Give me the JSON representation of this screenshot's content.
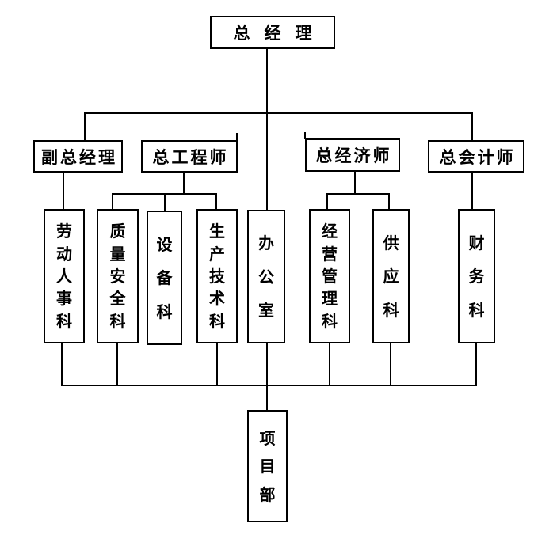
{
  "chart": {
    "type": "org-chart",
    "colors": {
      "line": "#000000",
      "box_border": "#000000",
      "background": "#ffffff",
      "text": "#000000"
    },
    "top": {
      "label": "总经理"
    },
    "level2": [
      {
        "label": "副总经理"
      },
      {
        "label": "总工程师"
      },
      {
        "label": "总经济师"
      },
      {
        "label": "总会计师"
      }
    ],
    "level3": [
      {
        "label": "劳动人事科"
      },
      {
        "label": "质量安全科"
      },
      {
        "label": "设备科"
      },
      {
        "label": "生产技术科"
      },
      {
        "label": "办公室"
      },
      {
        "label": "经营管理科"
      },
      {
        "label": "供应科"
      },
      {
        "label": "财务科"
      }
    ],
    "bottom": {
      "label": "项目部"
    }
  }
}
